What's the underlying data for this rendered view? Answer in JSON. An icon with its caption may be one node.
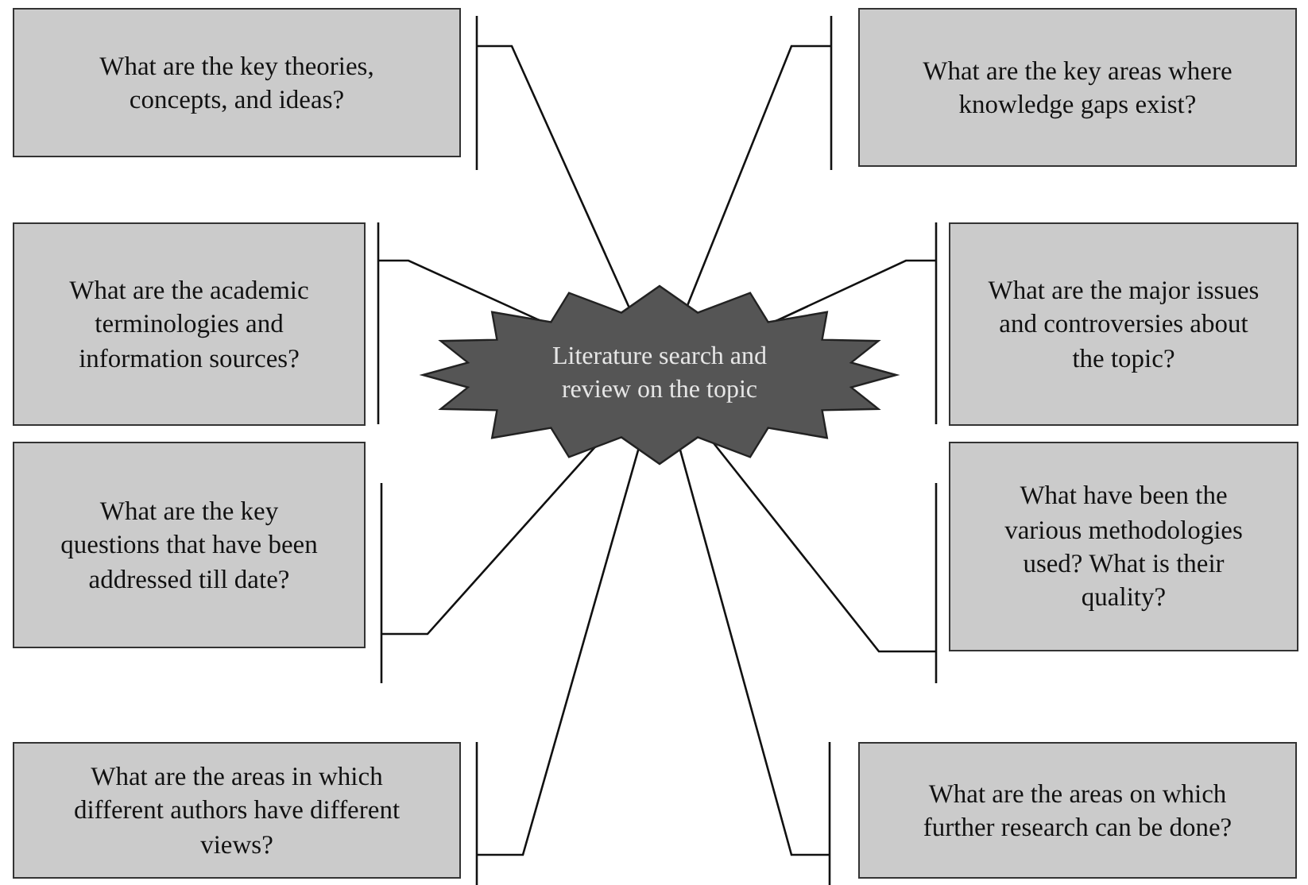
{
  "diagram": {
    "nodes": [
      {
        "text": [
          "What are the key theories, concepts, and ideas?"
        ]
      },
      {
        "text": [
          "What are the key areas where knowledge gaps exist?"
        ]
      },
      {
        "text": [
          "What are the academic terminologies and information sources?"
        ]
      },
      {
        "text": [
          "What are the major issues and controversies about the topic?"
        ]
      },
      {
        "text": [
          "Literature search and review on the topic"
        ]
      },
      {
        "text": [
          "What are the key questions that have been addressed till date?"
        ]
      },
      {
        "text": [
          "What have been the various methodologies used? What is their quality?"
        ]
      },
      {
        "text": [
          "What are the areas in which different authors have different views?"
        ]
      },
      {
        "text": [
          "What are the areas on which further research can be done?"
        ]
      }
    ],
    "edges": [
      {
        "from": 4,
        "to": 0,
        "arrow": "other"
      },
      {
        "from": 4,
        "to": 1,
        "arrow": "other"
      },
      {
        "from": 4,
        "to": 2,
        "arrow": "other"
      },
      {
        "from": 4,
        "to": 3,
        "arrow": "other"
      },
      {
        "from": 4,
        "to": 5,
        "arrow": "other"
      },
      {
        "from": 4,
        "to": 6,
        "arrow": "other"
      },
      {
        "from": 4,
        "to": 7,
        "arrow": "other"
      },
      {
        "from": 4,
        "to": 8,
        "arrow": "other"
      }
    ]
  }
}
